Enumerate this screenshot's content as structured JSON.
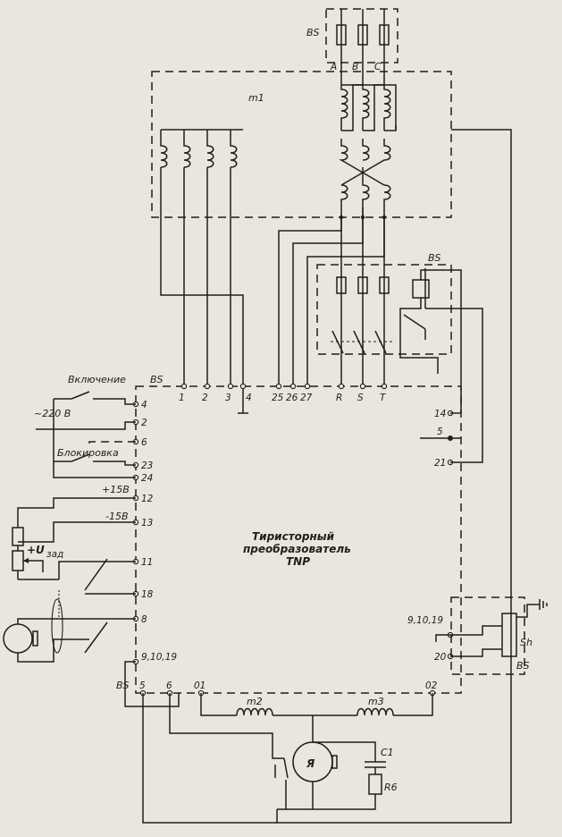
{
  "labels": {
    "bs": "BS",
    "phase_a": "A",
    "phase_b": "B",
    "phase_c": "C",
    "m1": "m1",
    "m2": "m2",
    "m3": "m3",
    "sh": "Sh",
    "c1": "C1",
    "r6": "R6",
    "ya": "Я",
    "u": "+U",
    "u_sub": "зад",
    "plus15": "+15В",
    "minus15": "-15В",
    "enable": "Включение",
    "blocking": "Блокировка",
    "voltage": "~220 В",
    "converter_1": "Тиристорный",
    "converter_2": "преобразователь",
    "converter_3": "TNP"
  },
  "terminals": {
    "left": [
      "4",
      "2",
      "6",
      "23",
      "24",
      "12",
      "13",
      "11",
      "18",
      "8",
      "9,10,19"
    ],
    "top": [
      "1",
      "2",
      "3",
      "4",
      "25",
      "26",
      "27",
      "R",
      "S",
      "T"
    ],
    "right": [
      "14",
      "5",
      "21",
      "9,10,19",
      "20"
    ],
    "bottom": [
      "5",
      "6",
      "01",
      "02"
    ]
  }
}
